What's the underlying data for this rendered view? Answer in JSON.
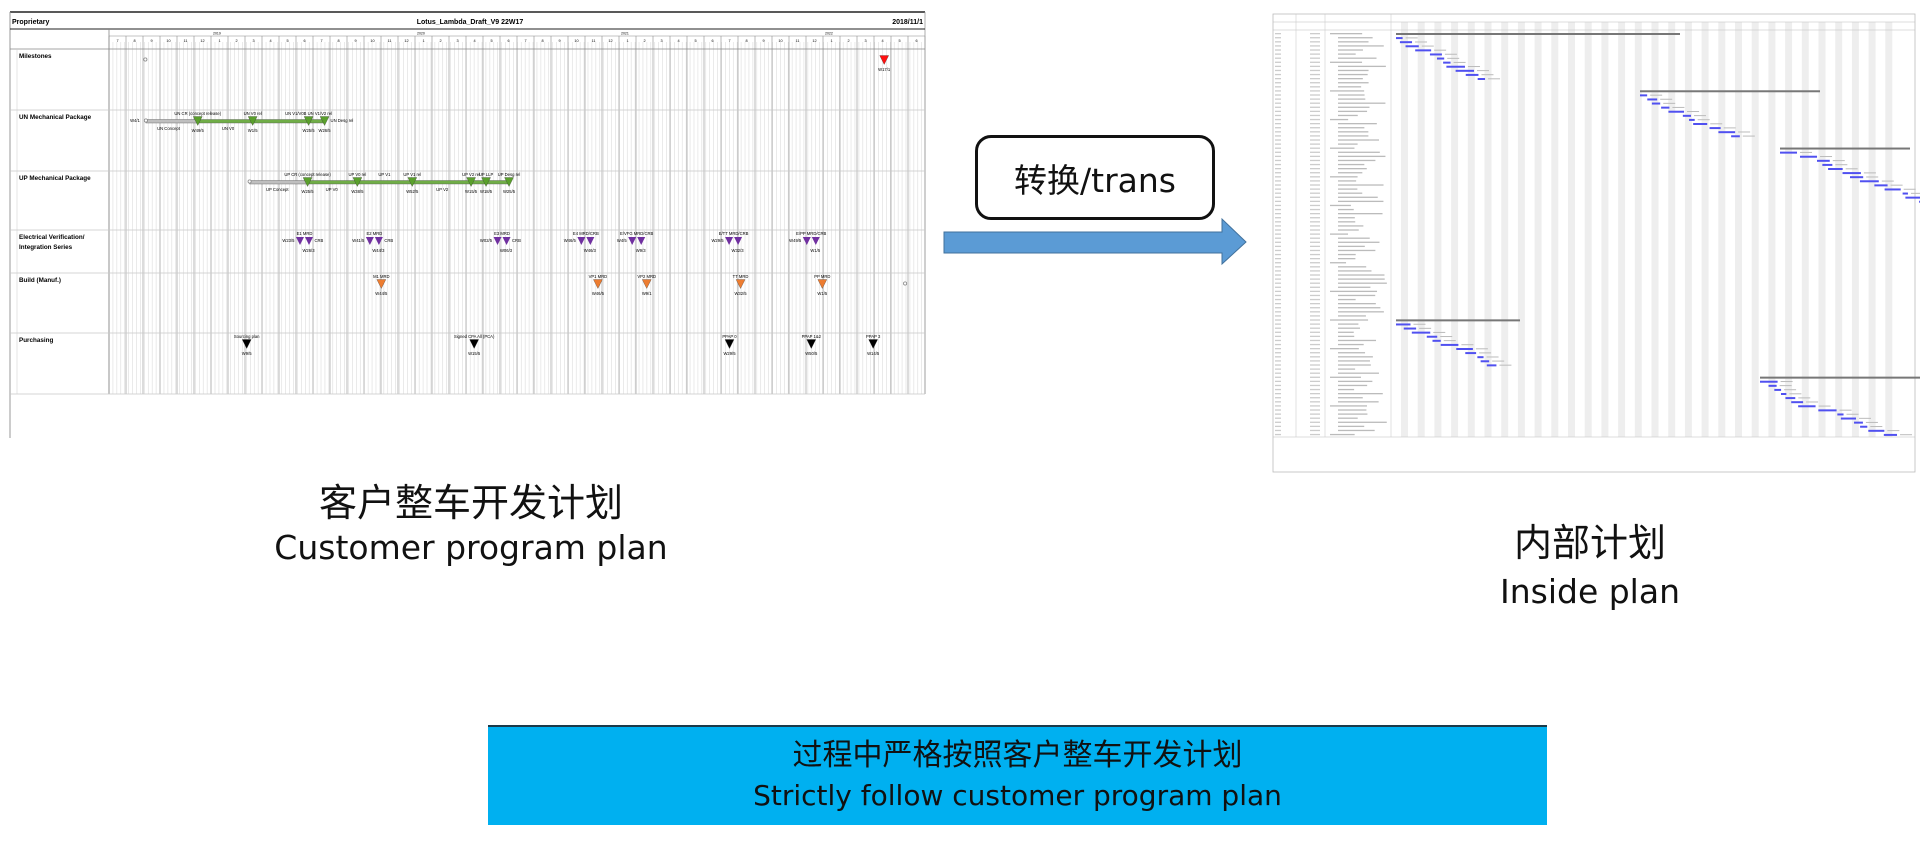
{
  "customer_plan": {
    "header": {
      "left": "Proprietary",
      "title": "Lotus_Lambda_Draft_V9 22W17",
      "date": "2018/11/1"
    },
    "timeline": {
      "years": [
        {
          "label": "2019",
          "month": 6
        },
        {
          "label": "2020",
          "month": 18
        },
        {
          "label": "2021",
          "month": 30
        },
        {
          "label": "2022",
          "month": 42
        }
      ],
      "months": [
        "7",
        "8",
        "9",
        "10",
        "11",
        "12",
        "1",
        "2",
        "3",
        "4",
        "5",
        "6",
        "7",
        "8",
        "9",
        "10",
        "11",
        "12",
        "1",
        "2",
        "3",
        "4",
        "5",
        "6",
        "7",
        "8",
        "9",
        "10",
        "11",
        "12",
        "1",
        "2",
        "3",
        "4",
        "5",
        "6",
        "7",
        "8",
        "9",
        "10",
        "11",
        "12",
        "1",
        "2",
        "3",
        "4",
        "5",
        "6"
      ]
    },
    "rows": [
      {
        "label": "Milestones",
        "items": [
          {
            "kind": "milestone",
            "m": 2.14,
            "color": "#888888",
            "small": true
          },
          {
            "kind": "milestone",
            "m": 45.6,
            "color": "#ff1010",
            "below": "W17/1"
          }
        ]
      },
      {
        "label": "UN Mechanical Package",
        "items": [
          {
            "kind": "bar",
            "start": 2.17,
            "end": 5.22,
            "color": "#bfbfbf"
          },
          {
            "kind": "bar",
            "start": 5.22,
            "end": 8.45,
            "color": "#70ad47"
          },
          {
            "kind": "bar",
            "start": 8.45,
            "end": 11.74,
            "color": "#70ad47"
          },
          {
            "kind": "bar",
            "start": 11.74,
            "end": 12.68,
            "color": "#70ad47"
          },
          {
            "kind": "milestone",
            "m": 2.17,
            "color": "#888888",
            "small": true,
            "left": "W4/1"
          },
          {
            "kind": "milestone",
            "m": 5.22,
            "color": "#5aa02c",
            "above": "UN CR (concept release)",
            "below": "W49/5"
          },
          {
            "kind": "milestone",
            "m": 8.45,
            "color": "#5aa02c",
            "above": "UN V0 rel",
            "below": "W1/5"
          },
          {
            "kind": "milestone",
            "m": 11.74,
            "color": "#5aa02c",
            "above": "UN V1/V0B UN V1/V2 rel",
            "below": "W25/5"
          },
          {
            "kind": "milestone",
            "m": 12.68,
            "color": "#5aa02c",
            "right": "UN Desg rel",
            "below": "W26/5"
          },
          {
            "kind": "label",
            "m": 3.5,
            "text": "UN Concept"
          },
          {
            "kind": "label",
            "m": 7.0,
            "text": "UN V0"
          }
        ]
      },
      {
        "label": "UP Mechanical Package",
        "items": [
          {
            "kind": "bar",
            "start": 8.27,
            "end": 11.68,
            "color": "#bfbfbf"
          },
          {
            "kind": "bar",
            "start": 11.68,
            "end": 14.61,
            "color": "#70ad47"
          },
          {
            "kind": "bar",
            "start": 14.61,
            "end": 17.84,
            "color": "#70ad47"
          },
          {
            "kind": "bar",
            "start": 17.84,
            "end": 21.3,
            "color": "#70ad47"
          },
          {
            "kind": "bar",
            "start": 21.3,
            "end": 22.18,
            "color": "#70ad47"
          },
          {
            "kind": "bar",
            "start": 22.18,
            "end": 23.53,
            "color": "#70ad47"
          },
          {
            "kind": "milestone",
            "m": 8.27,
            "color": "#888888",
            "small": true
          },
          {
            "kind": "milestone",
            "m": 11.68,
            "color": "#5aa02c",
            "above": "UP CR (concept release)",
            "below": "W25/5"
          },
          {
            "kind": "milestone",
            "m": 14.61,
            "color": "#5aa02c",
            "above": "UP V0 rel",
            "below": "W38/5"
          },
          {
            "kind": "milestone",
            "m": 17.84,
            "color": "#5aa02c",
            "above": "UP V1 rel",
            "below": "W52/5"
          },
          {
            "kind": "milestone",
            "m": 21.3,
            "color": "#5aa02c",
            "above": "UP V2 rel",
            "below": "W15/5"
          },
          {
            "kind": "milestone",
            "m": 22.18,
            "color": "#5aa02c",
            "above": "UP LLP",
            "below": "W18/5"
          },
          {
            "kind": "milestone",
            "m": 23.53,
            "color": "#5aa02c",
            "above": "UP Desg rel",
            "below": "W25/5"
          },
          {
            "kind": "label",
            "m": 9.9,
            "text": "UP Concept"
          },
          {
            "kind": "label",
            "m": 13.1,
            "text": "UP V0"
          },
          {
            "kind": "label",
            "m": 16.2,
            "text": "UP V1",
            "top": true
          },
          {
            "kind": "label",
            "m": 19.6,
            "text": "UP V2"
          }
        ]
      },
      {
        "label": "Electrical Verification/ Integration Series",
        "items": [
          {
            "kind": "double",
            "m": 11.5,
            "color": "#7030a0",
            "above": "E1 MRD",
            "left": "W23/5",
            "right": "CRB",
            "below": "W26/3"
          },
          {
            "kind": "double",
            "m": 15.61,
            "color": "#7030a0",
            "above": "E2 MRD",
            "left": "W41/5",
            "right": "CRB",
            "below": "W44/3"
          },
          {
            "kind": "double",
            "m": 23.12,
            "color": "#7030a0",
            "above": "E3 MRD",
            "left": "W02/5",
            "right": "CRB",
            "below": "W06/3"
          },
          {
            "kind": "double",
            "m": 28.05,
            "color": "#7030a0",
            "above": "E4 MRD/CRB",
            "left": "W46/5",
            "below": "W46/3"
          },
          {
            "kind": "double",
            "m": 31.04,
            "color": "#7030a0",
            "above": "E/VFG MRD/CRB",
            "left": "W4/5",
            "below": "W9/3"
          },
          {
            "kind": "double",
            "m": 36.74,
            "color": "#7030a0",
            "above": "E/TT MRD/CRB",
            "left": "W29/5",
            "below": "W32/3"
          },
          {
            "kind": "double",
            "m": 41.31,
            "color": "#7030a0",
            "above": "E/PP MRD/CRB",
            "left": "W49/5",
            "below": "W1/5"
          }
        ]
      },
      {
        "label": "Build (Manuf.)",
        "items": [
          {
            "kind": "milestone",
            "m": 16.02,
            "color": "#ed7d31",
            "above": "M1 MRD",
            "below": "W44/5"
          },
          {
            "kind": "milestone",
            "m": 28.76,
            "color": "#ed7d31",
            "above": "VP1 MRD",
            "below": "W46/5"
          },
          {
            "kind": "milestone",
            "m": 31.63,
            "color": "#ed7d31",
            "above": "VP2 MRD",
            "below": "W9/1"
          },
          {
            "kind": "milestone",
            "m": 37.15,
            "color": "#ed7d31",
            "above": "TT MRD",
            "below": "W32/5"
          },
          {
            "kind": "milestone",
            "m": 41.96,
            "color": "#ed7d31",
            "above": "PP MRD",
            "below": "W1/5"
          },
          {
            "kind": "milestone",
            "m": 46.83,
            "color": "#888888",
            "small": true
          }
        ]
      },
      {
        "label": "Purchasing",
        "items": [
          {
            "kind": "milestone",
            "m": 8.1,
            "color": "#000000",
            "above": "Sourcing plan",
            "below": "W9/5"
          },
          {
            "kind": "milestone",
            "m": 21.48,
            "color": "#000000",
            "above": "Signed CPA All (PCA)",
            "below": "W15/5"
          },
          {
            "kind": "milestone",
            "m": 36.5,
            "color": "#000000",
            "above": "PPAP 0",
            "below": "W29/5"
          },
          {
            "kind": "milestone",
            "m": 41.31,
            "color": "#000000",
            "above": "PPAP 1&2",
            "below": "W50/5"
          },
          {
            "kind": "milestone",
            "m": 44.95,
            "color": "#000000",
            "above": "PPAP 3",
            "below": "W14/5"
          }
        ]
      }
    ]
  },
  "captions": {
    "customer_zh": "客户整车开发计划",
    "customer_en": "Customer program  plan",
    "inside_zh": "内部计划",
    "inside_en": "Inside plan"
  },
  "transform": {
    "label": "转换/trans",
    "arrow_color": "#5b9bd5"
  },
  "banner": {
    "zh": "过程中严格按照客户整车开发计划",
    "en": "Strictly follow customer program plan",
    "color": "#00b0f0"
  }
}
